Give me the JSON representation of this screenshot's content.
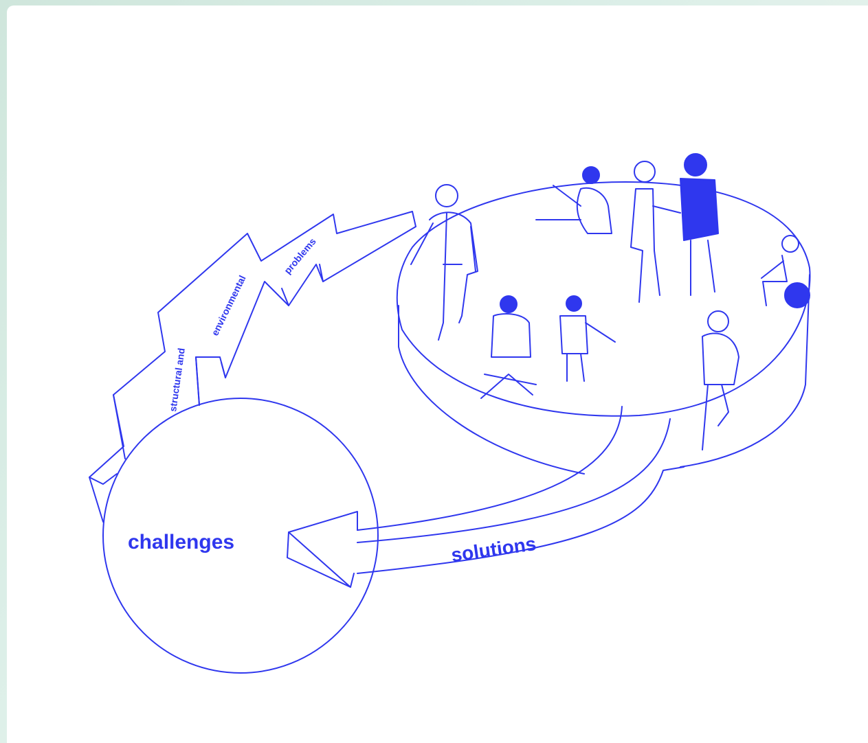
{
  "diagram": {
    "center_label": "challenges",
    "arrow_label": "solutions",
    "lightning_labels": [
      "structural and",
      "environmental",
      "problems"
    ],
    "ink_color": "#2f37ee"
  }
}
